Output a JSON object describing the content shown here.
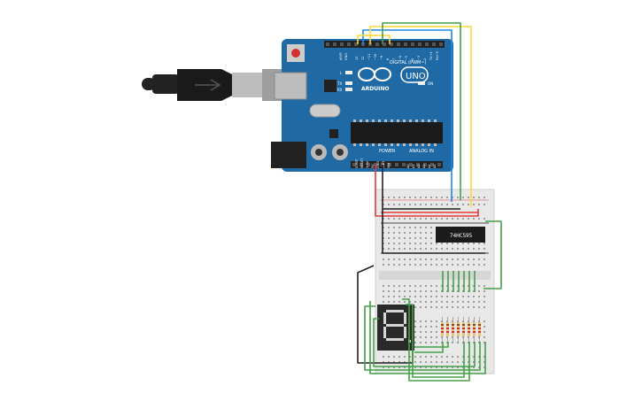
{
  "board": {
    "brand": "ARDUINO",
    "model": "UNO",
    "digital_label": "DIGITAL (PWM~)",
    "power_label": "POWER",
    "analog_label": "ANALOG IN",
    "on_label": "ON",
    "tx_label": "TX",
    "rx_label": "RX",
    "l_label": "L",
    "aref_label": "AREF",
    "gnd_label": "GND",
    "power_pins": [
      "IOREF",
      "RESET",
      "3.3V",
      "5V",
      "GND",
      "GND",
      "VIN"
    ],
    "analog_pins": [
      "A0",
      "A1",
      "A2",
      "A3",
      "A4",
      "A5"
    ],
    "digital_pins": [
      "13",
      "12",
      "~11",
      "~10",
      "~9",
      "8",
      "7",
      "~6",
      "~5",
      "4",
      "~3",
      "2",
      "TX→1",
      "RX←0"
    ],
    "color": "#1f6aa5"
  },
  "ic": {
    "label": "74HC595"
  },
  "display": {
    "digit": "8.",
    "color": "#d6d6d6"
  },
  "resistors": {
    "count": 8
  },
  "wire_colors": {
    "red": "#e53935",
    "black": "#212121",
    "blue": "#1e88e5",
    "yellow": "#fdd835",
    "green": "#43a047"
  }
}
